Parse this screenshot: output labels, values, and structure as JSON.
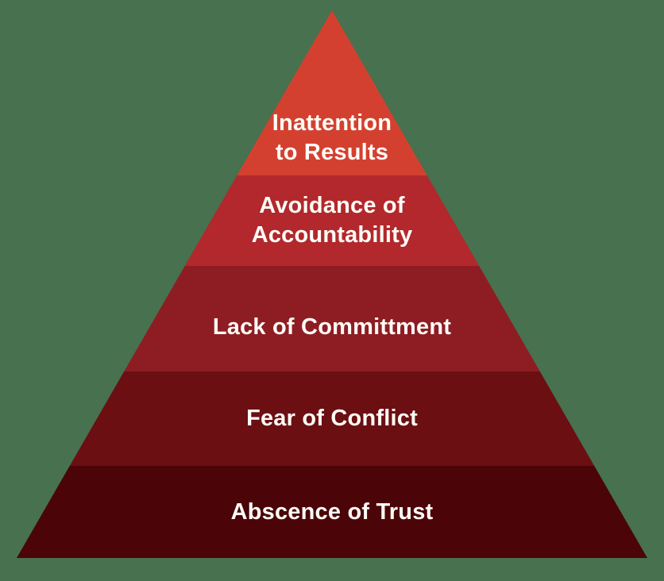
{
  "diagram": {
    "name": "five-dysfunctions-pyramid",
    "background_color": "#47714F",
    "text_color": "#FFFDF8",
    "tiers": [
      {
        "label": "Inattention to Results",
        "lines": {
          "0": "Inattention",
          "1": "to Results"
        },
        "color": "#D4402F"
      },
      {
        "label": "Avoidance of Accountability",
        "lines": {
          "0": "Avoidance of",
          "1": "Accountability"
        },
        "color": "#B2282C"
      },
      {
        "label": "Lack of Committment",
        "lines": {
          "0": "Lack of Committment"
        },
        "color": "#8E1D23"
      },
      {
        "label": "Fear of Conflict",
        "lines": {
          "0": "Fear of Conflict"
        },
        "color": "#6B0F13"
      },
      {
        "label": "Abscence of Trust",
        "lines": {
          "0": "Abscence of Trust"
        },
        "color": "#4B0407"
      }
    ]
  }
}
